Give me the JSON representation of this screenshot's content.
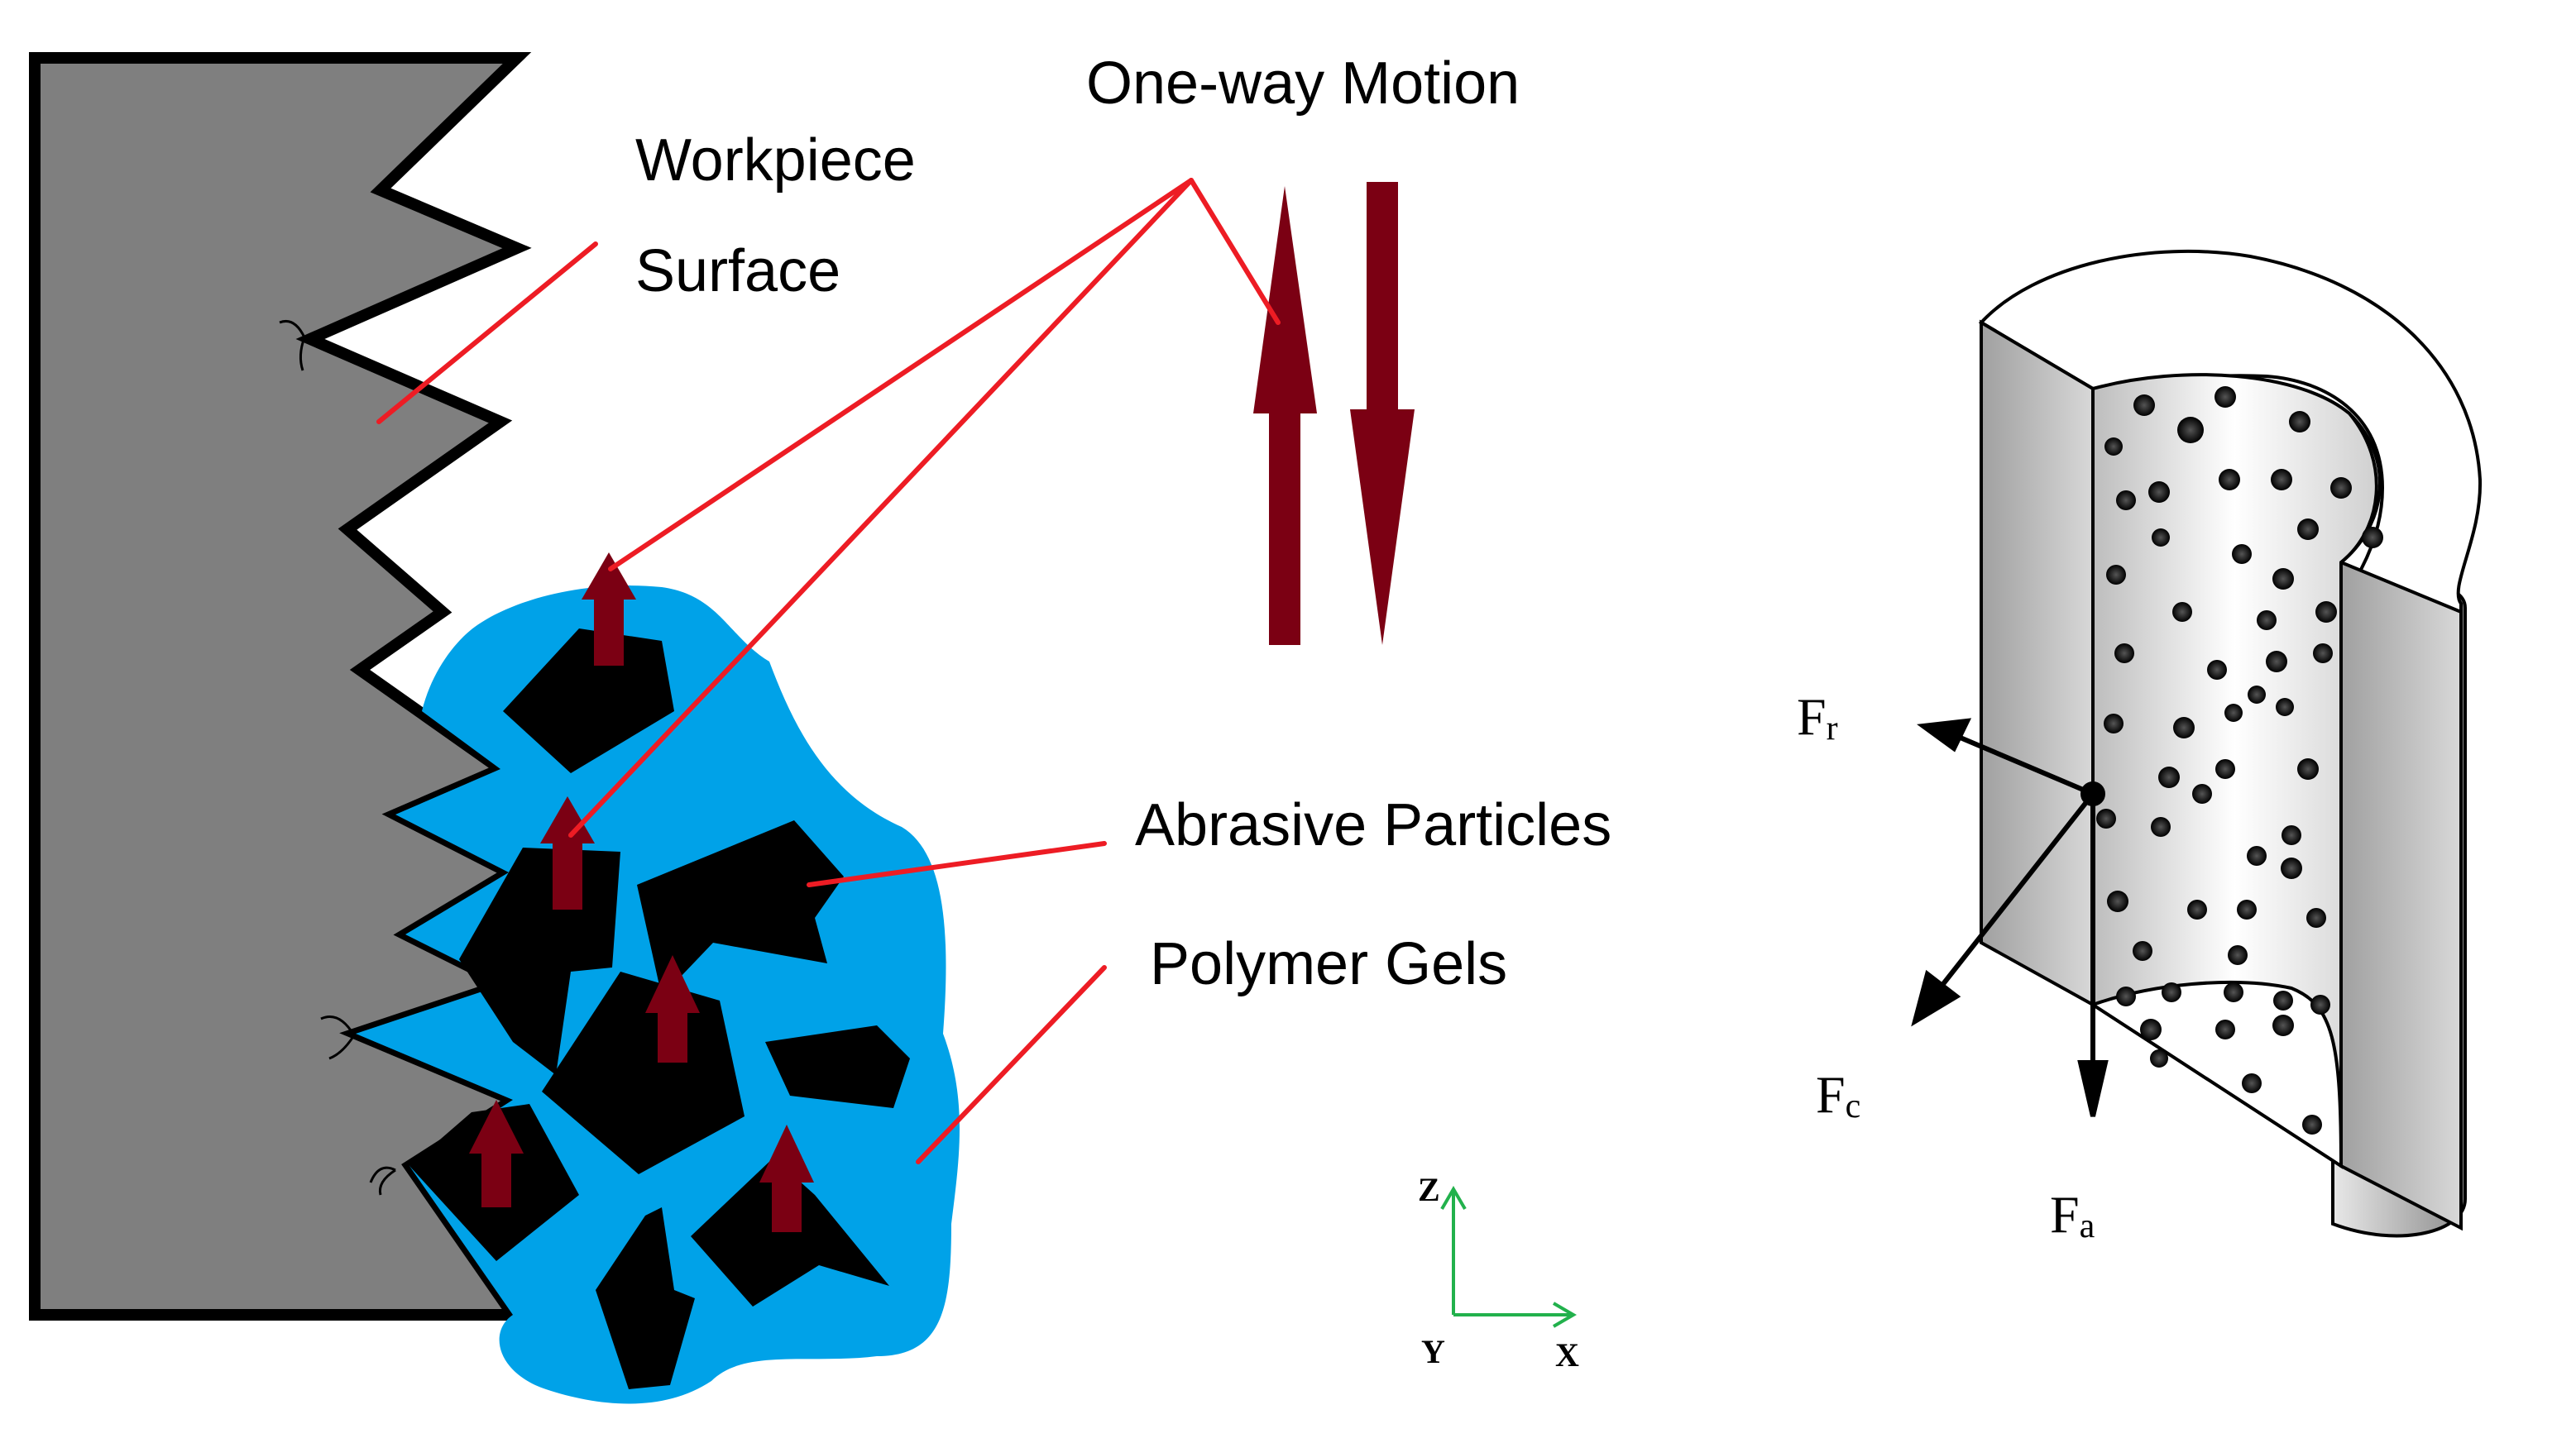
{
  "labels": {
    "one_way_motion": "One-way Motion",
    "workpiece": "Workpiece",
    "surface": "Surface",
    "abrasive_particles": "Abrasive Particles",
    "polymer_gels": "Polymer Gels"
  },
  "axes": {
    "z": "Z",
    "y": "Y",
    "x": "X"
  },
  "forces": {
    "fr_main": "F",
    "fr_sub": "r",
    "fc_main": "F",
    "fc_sub": "c",
    "fa_main": "F",
    "fa_sub": "a"
  },
  "colors": {
    "workpiece": "#7f7f7f",
    "gel": "#00a2e8",
    "particle": "#000000",
    "motion_arrow": "#7b0013",
    "leader": "#ed1c24",
    "axis": "#22b14c"
  }
}
